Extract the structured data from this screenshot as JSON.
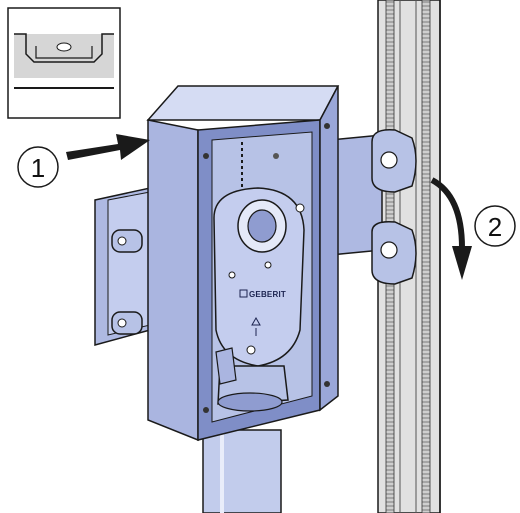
{
  "diagram": {
    "steps": [
      {
        "label": "1"
      },
      {
        "label": "2"
      }
    ],
    "brand": {
      "label": "GEBERIT"
    },
    "colors": {
      "box_fill": "#b7c2e6",
      "box_dark": "#7f8ec7",
      "rail_fill": "#d9d9d9",
      "pipe_fill": "#c2ccec",
      "outline": "#1a1a1a"
    }
  }
}
